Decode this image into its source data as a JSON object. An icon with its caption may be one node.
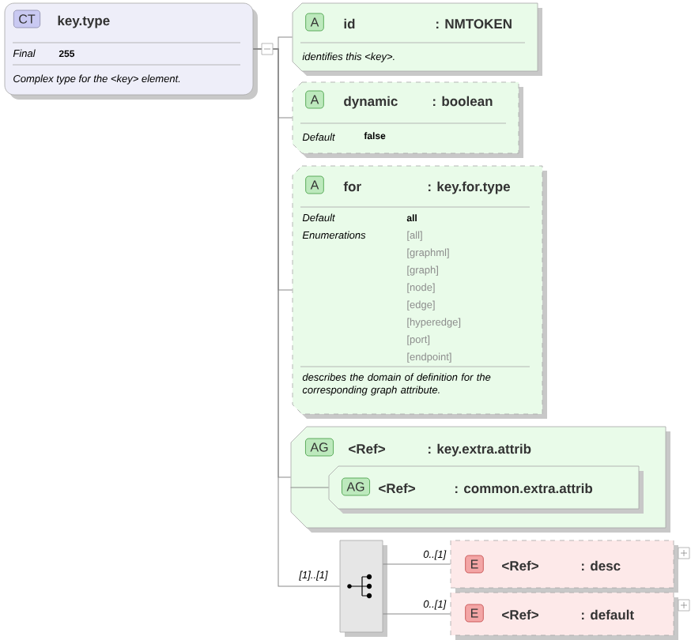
{
  "diagram": {
    "nodes": [
      {
        "text": [
          "CT",
          "key.type",
          "Final",
          "255",
          "Complex type for the <key> element."
        ]
      },
      {
        "text": [
          "A",
          "id",
          ": NMTOKEN",
          "identifies this <key>."
        ]
      },
      {
        "text": [
          "A",
          "dynamic",
          ": boolean",
          "Default",
          "false"
        ]
      },
      {
        "text": [
          "A",
          "for",
          ": key.for.type",
          "Default",
          "all",
          "Enumerations",
          "[all]",
          "[graphml]",
          "[graph]",
          "[node]",
          "[edge]",
          "[hyperedge]",
          "[port]",
          "[endpoint]",
          "describes the domain of definition for the corresponding graph attribute."
        ]
      },
      {
        "text": [
          "AG",
          "<Ref>",
          ": key.extra.attrib"
        ]
      },
      {
        "text": [
          "AG",
          "<Ref>",
          ": common.extra.attrib"
        ],
        "in": 4
      },
      {
        "text": [],
        "shape": "box"
      },
      {
        "text": [
          "E",
          "<Ref>",
          ": desc"
        ]
      },
      {
        "text": [
          "E",
          "<Ref>",
          ": default"
        ]
      }
    ],
    "edges": [
      {
        "from": 0,
        "to": 1,
        "arrow": "none"
      },
      {
        "from": 0,
        "to": 2,
        "arrow": "none"
      },
      {
        "from": 0,
        "to": 3,
        "arrow": "none"
      },
      {
        "from": 0,
        "to": 4,
        "arrow": "none"
      },
      {
        "from": 4,
        "to": 5,
        "arrow": "none"
      },
      {
        "from": 0,
        "to": 6,
        "arrow": "none"
      },
      {
        "from": 6,
        "to": 7,
        "arrow": "none",
        "label": "0..[1]"
      },
      {
        "from": 6,
        "to": 8,
        "arrow": "none",
        "label": "0..[1]"
      }
    ],
    "labels": [
      "[1]..[1]"
    ]
  }
}
